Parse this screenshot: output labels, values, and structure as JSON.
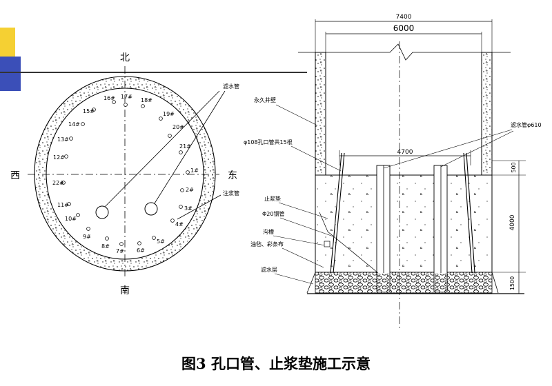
{
  "slide": {
    "accent_colors": {
      "yellow": "#f5d033",
      "blue": "#3b4fb8",
      "rule": "#333333"
    },
    "caption": "图3  孔口管、止浆垫施工示意"
  },
  "plan": {
    "directions": {
      "north": "北",
      "south": "南",
      "west": "西",
      "east": "东"
    },
    "labels": {
      "drain_pipe": "滤水管",
      "grout_pipe": "注浆管"
    },
    "holes": [
      {
        "id": "1",
        "label": "1#"
      },
      {
        "id": "2",
        "label": "2#"
      },
      {
        "id": "3",
        "label": "3#"
      },
      {
        "id": "4",
        "label": "4#"
      },
      {
        "id": "5",
        "label": "5#"
      },
      {
        "id": "6",
        "label": "6#"
      },
      {
        "id": "7",
        "label": "7#"
      },
      {
        "id": "8",
        "label": "8#"
      },
      {
        "id": "9",
        "label": "9#"
      },
      {
        "id": "10",
        "label": "10#"
      },
      {
        "id": "11",
        "label": "11#"
      },
      {
        "id": "12",
        "label": "12#"
      },
      {
        "id": "13",
        "label": "13#"
      },
      {
        "id": "14",
        "label": "14#"
      },
      {
        "id": "15",
        "label": "15#"
      },
      {
        "id": "16",
        "label": "16#"
      },
      {
        "id": "17",
        "label": "17#"
      },
      {
        "id": "18",
        "label": "18#"
      },
      {
        "id": "19",
        "label": "19#"
      },
      {
        "id": "20",
        "label": "20#"
      },
      {
        "id": "21",
        "label": "21#"
      },
      {
        "id": "22",
        "label": "22#"
      }
    ]
  },
  "section": {
    "dims": {
      "outer_width": "7400",
      "inner_width": "6000",
      "pad_width": "4700",
      "h_top": "500",
      "h_mid": "4000",
      "h_bottom": "1500"
    },
    "labels": {
      "permanent_wall": "永久井壁",
      "orifice_pipe": "φ108孔口管共15根",
      "drain_pipe": "滤水管φ610",
      "grout_pad": "止浆垫",
      "steel_pipe": "Φ20钢管",
      "ditch": "沟槽",
      "sandbag": "油毡、彩条布",
      "drain_layer": "滤水层"
    }
  }
}
